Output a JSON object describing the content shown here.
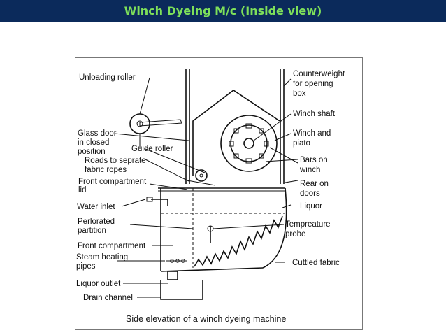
{
  "slide": {
    "title": "Winch Dyeing M/c (Inside view)",
    "colors": {
      "title_bar": "#0b2a5b",
      "title_text": "#7ee05a"
    }
  },
  "diagram": {
    "caption": "Side elevation of a winch dyeing machine",
    "labels": {
      "unloading_roller": "Unloading roller",
      "counterweight_1": "Counterweight",
      "counterweight_2": "for opening",
      "counterweight_3": "box",
      "winch_shaft": "Winch shaft",
      "winch_and_1": "Winch and",
      "winch_and_2": "piato",
      "glass_door_1": "Glass door",
      "glass_door_2": "in closed",
      "glass_door_3": "position",
      "guide_roller": "Guide roller",
      "roads_1": "Roads to seprate",
      "roads_2": "fabric ropes",
      "bars_1": "Bars on",
      "bars_2": "winch",
      "front_lid_1": "Front compartment",
      "front_lid_2": "lid",
      "rear_1": "Rear on",
      "rear_2": "doors",
      "water_inlet": "Water inlet",
      "liquor": "Liquor",
      "perf_1": "Perlorated",
      "perf_2": "partition",
      "temp_1": "Tempreature",
      "temp_2": "probe",
      "front_compartment": "Front compartment",
      "steam_1": "Steam heating",
      "steam_2": "pipes",
      "cuttled_fabric": "Cuttled fabric",
      "liquor_outlet": "Liquor outlet",
      "drain_channel": "Drain channel"
    }
  }
}
